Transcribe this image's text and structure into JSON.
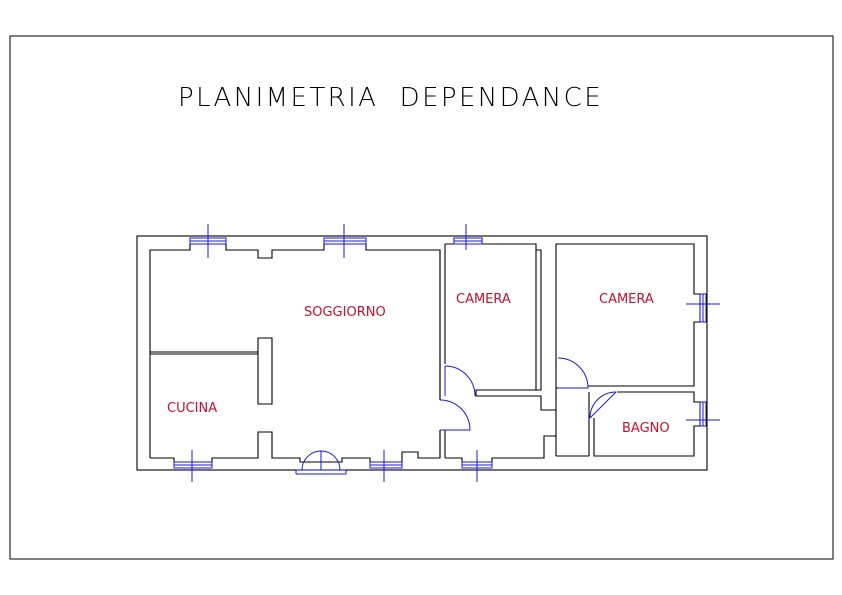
{
  "title": "PLANIMETRIA  DEPENDANCE",
  "rooms": {
    "soggiorno": "SOGGIORNO",
    "camera_left": "CAMERA",
    "camera_right": "CAMERA",
    "cucina": "CUCINA",
    "bagno": "BAGNO"
  },
  "colors": {
    "walls": "#000000",
    "fixtures": "#1a1ad6",
    "room_labels": "#c8102e"
  }
}
